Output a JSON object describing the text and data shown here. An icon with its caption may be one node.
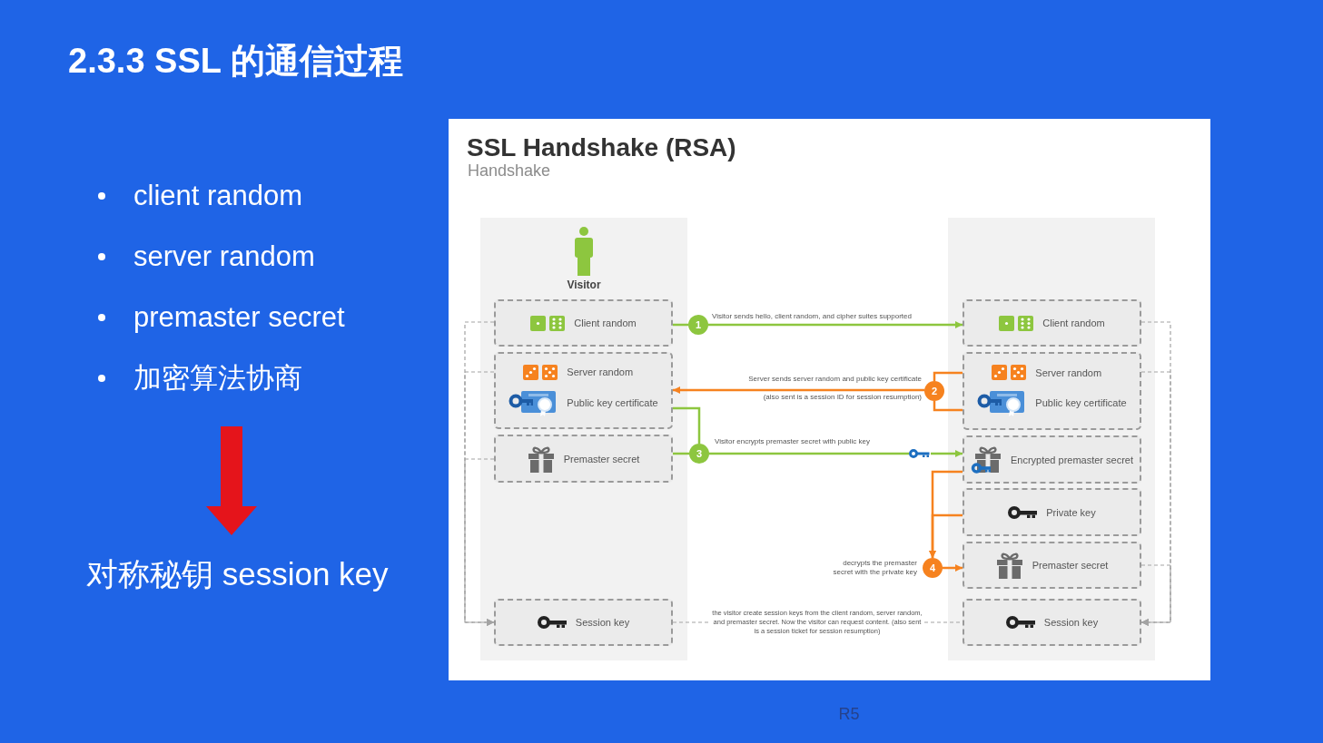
{
  "diagram": {
    "title": "2.3.3 SSL 的通信过程",
    "nodes": [
      {
        "text": [
          "client random",
          "server random",
          "premaster secret",
          "加密算法协商"
        ]
      },
      {
        "text": [
          "对称秘钥 session key"
        ]
      },
      {
        "text": [
          "SSL Handshake (RSA)",
          "Handshake"
        ]
      },
      {
        "text": [
          "Visitor"
        ],
        "in": 2
      },
      {
        "text": [
          "Client random"
        ],
        "in": 3
      },
      {
        "text": [
          "Server random",
          "Public key certificate"
        ],
        "in": 3
      },
      {
        "text": [
          "Premaster secret"
        ],
        "in": 3
      },
      {
        "text": [
          "Session key"
        ],
        "in": 3
      },
      {
        "text": [],
        "shape": "box",
        "in": 2
      },
      {
        "text": [
          "Client random"
        ],
        "in": 8
      },
      {
        "text": [
          "Server random",
          "Public key certificate"
        ],
        "in": 8
      },
      {
        "text": [
          "Encrypted premaster secret"
        ],
        "in": 8
      },
      {
        "text": [
          "Private key"
        ],
        "in": 8
      },
      {
        "text": [
          "Premaster secret"
        ],
        "in": 8
      },
      {
        "text": [
          "Session key"
        ],
        "in": 8
      },
      {
        "text": [
          "1"
        ],
        "in": 2
      },
      {
        "text": [
          "2"
        ],
        "in": 2
      },
      {
        "text": [
          "3"
        ],
        "in": 2
      },
      {
        "text": [
          "4"
        ],
        "in": 2,
        "beside": [
          "decrypts the premaster secret with the private key"
        ]
      },
      {
        "text": [
          "the visitor create session keys from the client random, server random, and premaster secret. Now the visitor can request content. (also sent is a session ticket for session resumption)"
        ],
        "in": 2
      }
    ],
    "edges": [
      {
        "from": 0,
        "to": 1,
        "arrow": "to",
        "style": "thick",
        "color": "#e5141b"
      },
      {
        "from": 4,
        "to": 15,
        "arrow": "none",
        "color": "#8dc63f"
      },
      {
        "from": 15,
        "to": 9,
        "arrow": "to",
        "label": "Visitor sends hello, client random, and cipher suites supported",
        "color": "#8dc63f"
      },
      {
        "from": 10,
        "to": 16,
        "arrow": "none",
        "color": "#f6821f"
      },
      {
        "from": 10,
        "to": 16,
        "arrow": "none",
        "color": "#f6821f"
      },
      {
        "from": 16,
        "to": 5,
        "arrow": "to",
        "label": "Server sends server random and public key certificate",
        "color": "#f6821f"
      },
      {
        "from": 5,
        "to": 17,
        "arrow": "none",
        "color": "#8dc63f"
      },
      {
        "from": 6,
        "to": 17,
        "arrow": "none",
        "color": "#8dc63f"
      },
      {
        "from": 17,
        "to": 11,
        "arrow": "to",
        "label": "Visitor encrypts premaster secret with public key",
        "color": "#8dc63f"
      },
      {
        "from": 11,
        "to": 18,
        "arrow": "to",
        "color": "#f6821f"
      },
      {
        "from": 12,
        "to": 18,
        "arrow": "to",
        "color": "#f6821f"
      },
      {
        "from": 18,
        "to": 13,
        "arrow": "to",
        "color": "#f6821f"
      },
      {
        "from": 4,
        "to": 7,
        "arrow": "to",
        "style": "dashed"
      },
      {
        "from": 5,
        "to": 7,
        "arrow": "to",
        "style": "dashed"
      },
      {
        "from": 6,
        "to": 7,
        "arrow": "to",
        "style": "dashed"
      },
      {
        "from": 9,
        "to": 14,
        "arrow": "to",
        "style": "dashed"
      },
      {
        "from": 10,
        "to": 14,
        "arrow": "to",
        "style": "dashed"
      },
      {
        "from": 13,
        "to": 14,
        "arrow": "to",
        "style": "dashed"
      },
      {
        "from": 7,
        "to": 19,
        "arrow": "none",
        "style": "dashed"
      },
      {
        "from": 19,
        "to": 14,
        "arrow": "none",
        "style": "dashed"
      }
    ],
    "labels": [
      "(also sent is a session ID for session resumption)",
      "R5"
    ]
  }
}
